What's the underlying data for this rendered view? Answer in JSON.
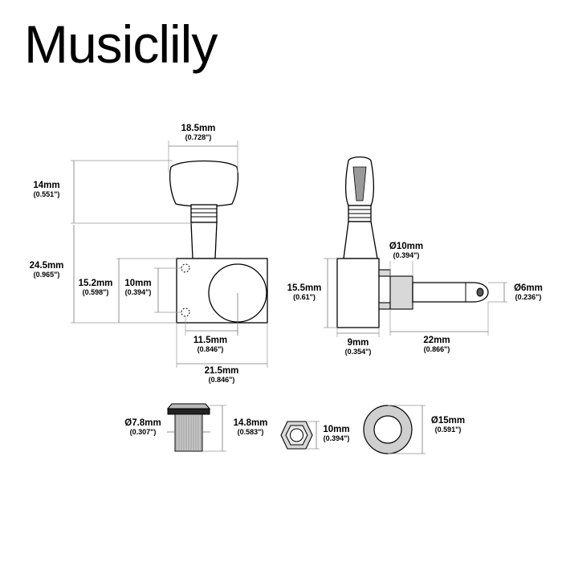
{
  "brand": "Musiclily",
  "front_view": {
    "knob_width": {
      "mm": "18.5mm",
      "inch": "(0.728\")"
    },
    "knob_height": {
      "mm": "14mm",
      "inch": "(0.551\")"
    },
    "body_height_total": {
      "mm": "24.5mm",
      "inch": "(0.965\")"
    },
    "housing_height": {
      "mm": "15.2mm",
      "inch": "(0.598\")"
    },
    "screw_spacing": {
      "mm": "10mm",
      "inch": "(0.394\")"
    },
    "screw_to_post": {
      "mm": "11.5mm",
      "inch": "(0.846\")"
    },
    "housing_width": {
      "mm": "21.5mm",
      "inch": "(0.846\")"
    }
  },
  "side_view": {
    "post_base_diameter": {
      "mm": "Ø10mm",
      "inch": "(0.394\")"
    },
    "housing_height": {
      "mm": "15.5mm",
      "inch": "(0.61\")"
    },
    "post_diameter": {
      "mm": "Ø6mm",
      "inch": "(0.236\")"
    },
    "housing_depth": {
      "mm": "9mm",
      "inch": "(0.354\")"
    },
    "post_length": {
      "mm": "22mm",
      "inch": "(0.866\")"
    }
  },
  "bushing": {
    "diameter": {
      "mm": "Ø7.8mm",
      "inch": "(0.307\")"
    },
    "height": {
      "mm": "14.8mm",
      "inch": "(0.583\")"
    }
  },
  "hex_nut": {
    "size": {
      "mm": "10mm",
      "inch": "(0.394\")"
    }
  },
  "washer": {
    "diameter": {
      "mm": "Ø15mm",
      "inch": "(0.591\")"
    }
  }
}
